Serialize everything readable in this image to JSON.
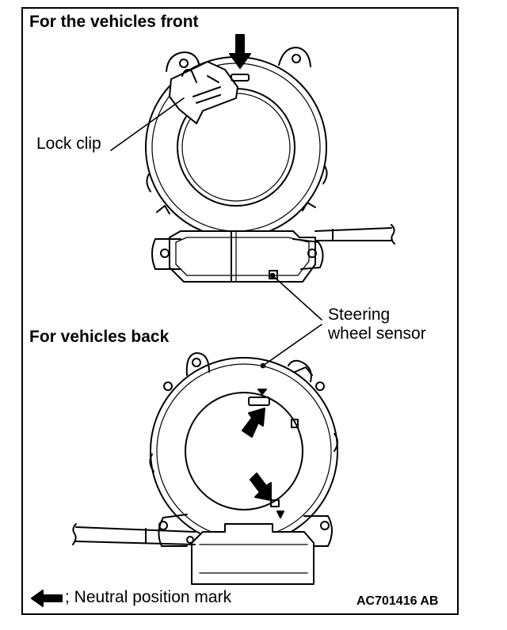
{
  "headings": {
    "front": "For the vehicles front",
    "back": "For vehicles back"
  },
  "callouts": {
    "lock_clip": "Lock clip",
    "sensor_line1": "Steering",
    "sensor_line2": "wheel sensor"
  },
  "legend": {
    "icon": "left-arrow-icon",
    "text": "; Neutral position mark"
  },
  "figure_code": "AC701416 AB"
}
